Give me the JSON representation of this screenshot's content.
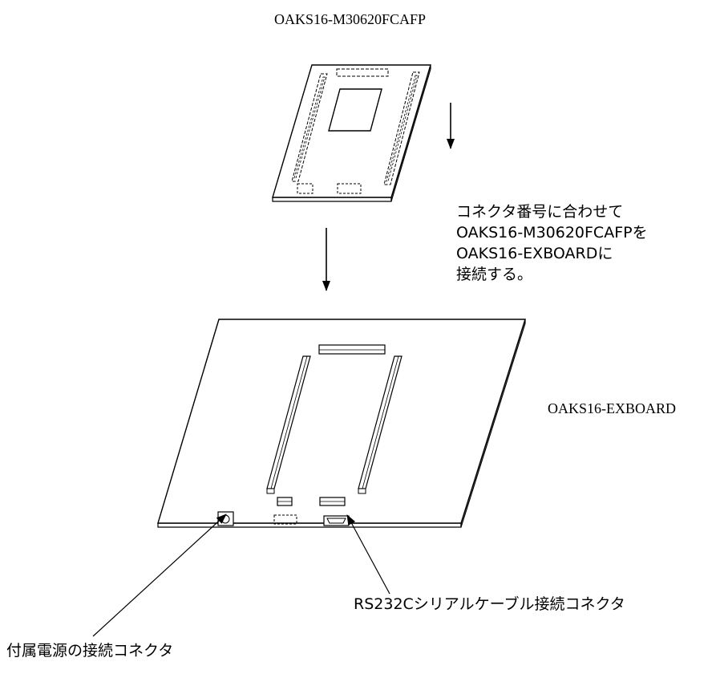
{
  "labels": {
    "top_board": "OAKS16-M30620FCAFP",
    "main_board": "OAKS16-EXBOARD",
    "serial_connector": "RS232Cシリアルケーブル接続コネクタ",
    "power_connector": "付属電源の接続コネクタ"
  },
  "instruction": {
    "line1": "コネクタ番号に合わせて",
    "line2": "OAKS16-M30620FCAFPを",
    "line3": "OAKS16-EXBOARDに",
    "line4": "接続する。"
  },
  "colors": {
    "stroke": "#000000",
    "background": "#ffffff"
  }
}
